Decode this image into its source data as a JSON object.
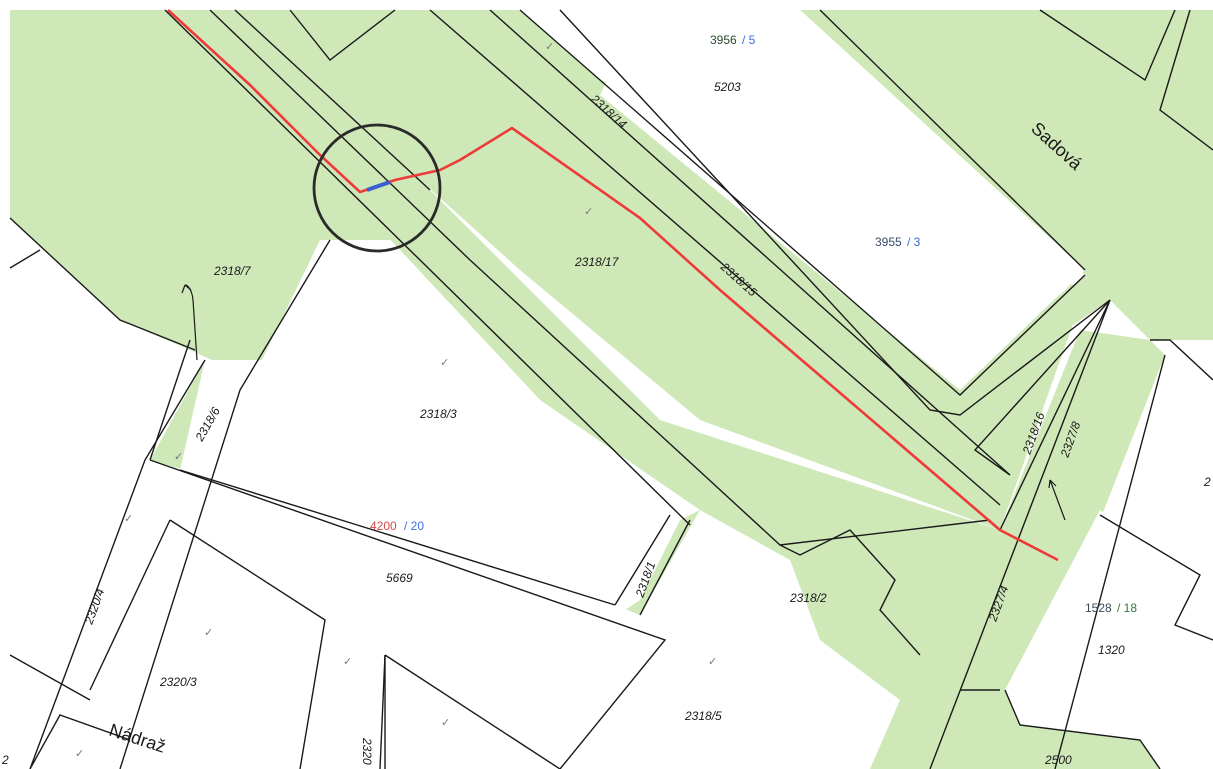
{
  "colors": {
    "green_area": "#cfe8b8",
    "white_area": "#ffffff",
    "border": "#1a1a1a",
    "route": "#ee3a3a",
    "connection": "#3a5fcf",
    "building_blue": "#3b6fd6",
    "building_red": "#d24a4a",
    "building_green": "#2f7a3c",
    "circle": "#2a2a2a"
  },
  "streets": {
    "sadova": "Sadová",
    "nadrazni": "Nádraž"
  },
  "parcels": {
    "p2318_7": "2318/7",
    "p2318_14": "2318/14",
    "p2318_15": "2318/15",
    "p2318_17": "2318/17",
    "p2318_3": "2318/3",
    "p2318_6": "2318/6",
    "p2318_16": "2318/16",
    "p2327_8": "2327/8",
    "p2327_4": "2327/4",
    "p2318_2": "2318/2",
    "p2318_5": "2318/5",
    "p2318_1": "2318/1",
    "p2320_4": "2320/4",
    "p2320_3": "2320/3",
    "p2320": "2320",
    "p5203": "5203",
    "p5669": "5669",
    "p1320": "1320",
    "p2500": "2500",
    "edge_2": "2",
    "edge_q": "2"
  },
  "buildings": {
    "b3956_main": "3956",
    "b3956_sub": "/ 5",
    "b3955_main": "3955",
    "b3955_sub": "/ 3",
    "b4200_main": "4200",
    "b4200_sub": "/ 20",
    "b1528_main": "1528",
    "b1528_sub": "/ 18"
  },
  "symbols": {
    "check": "✓",
    "arrow": "↑"
  }
}
